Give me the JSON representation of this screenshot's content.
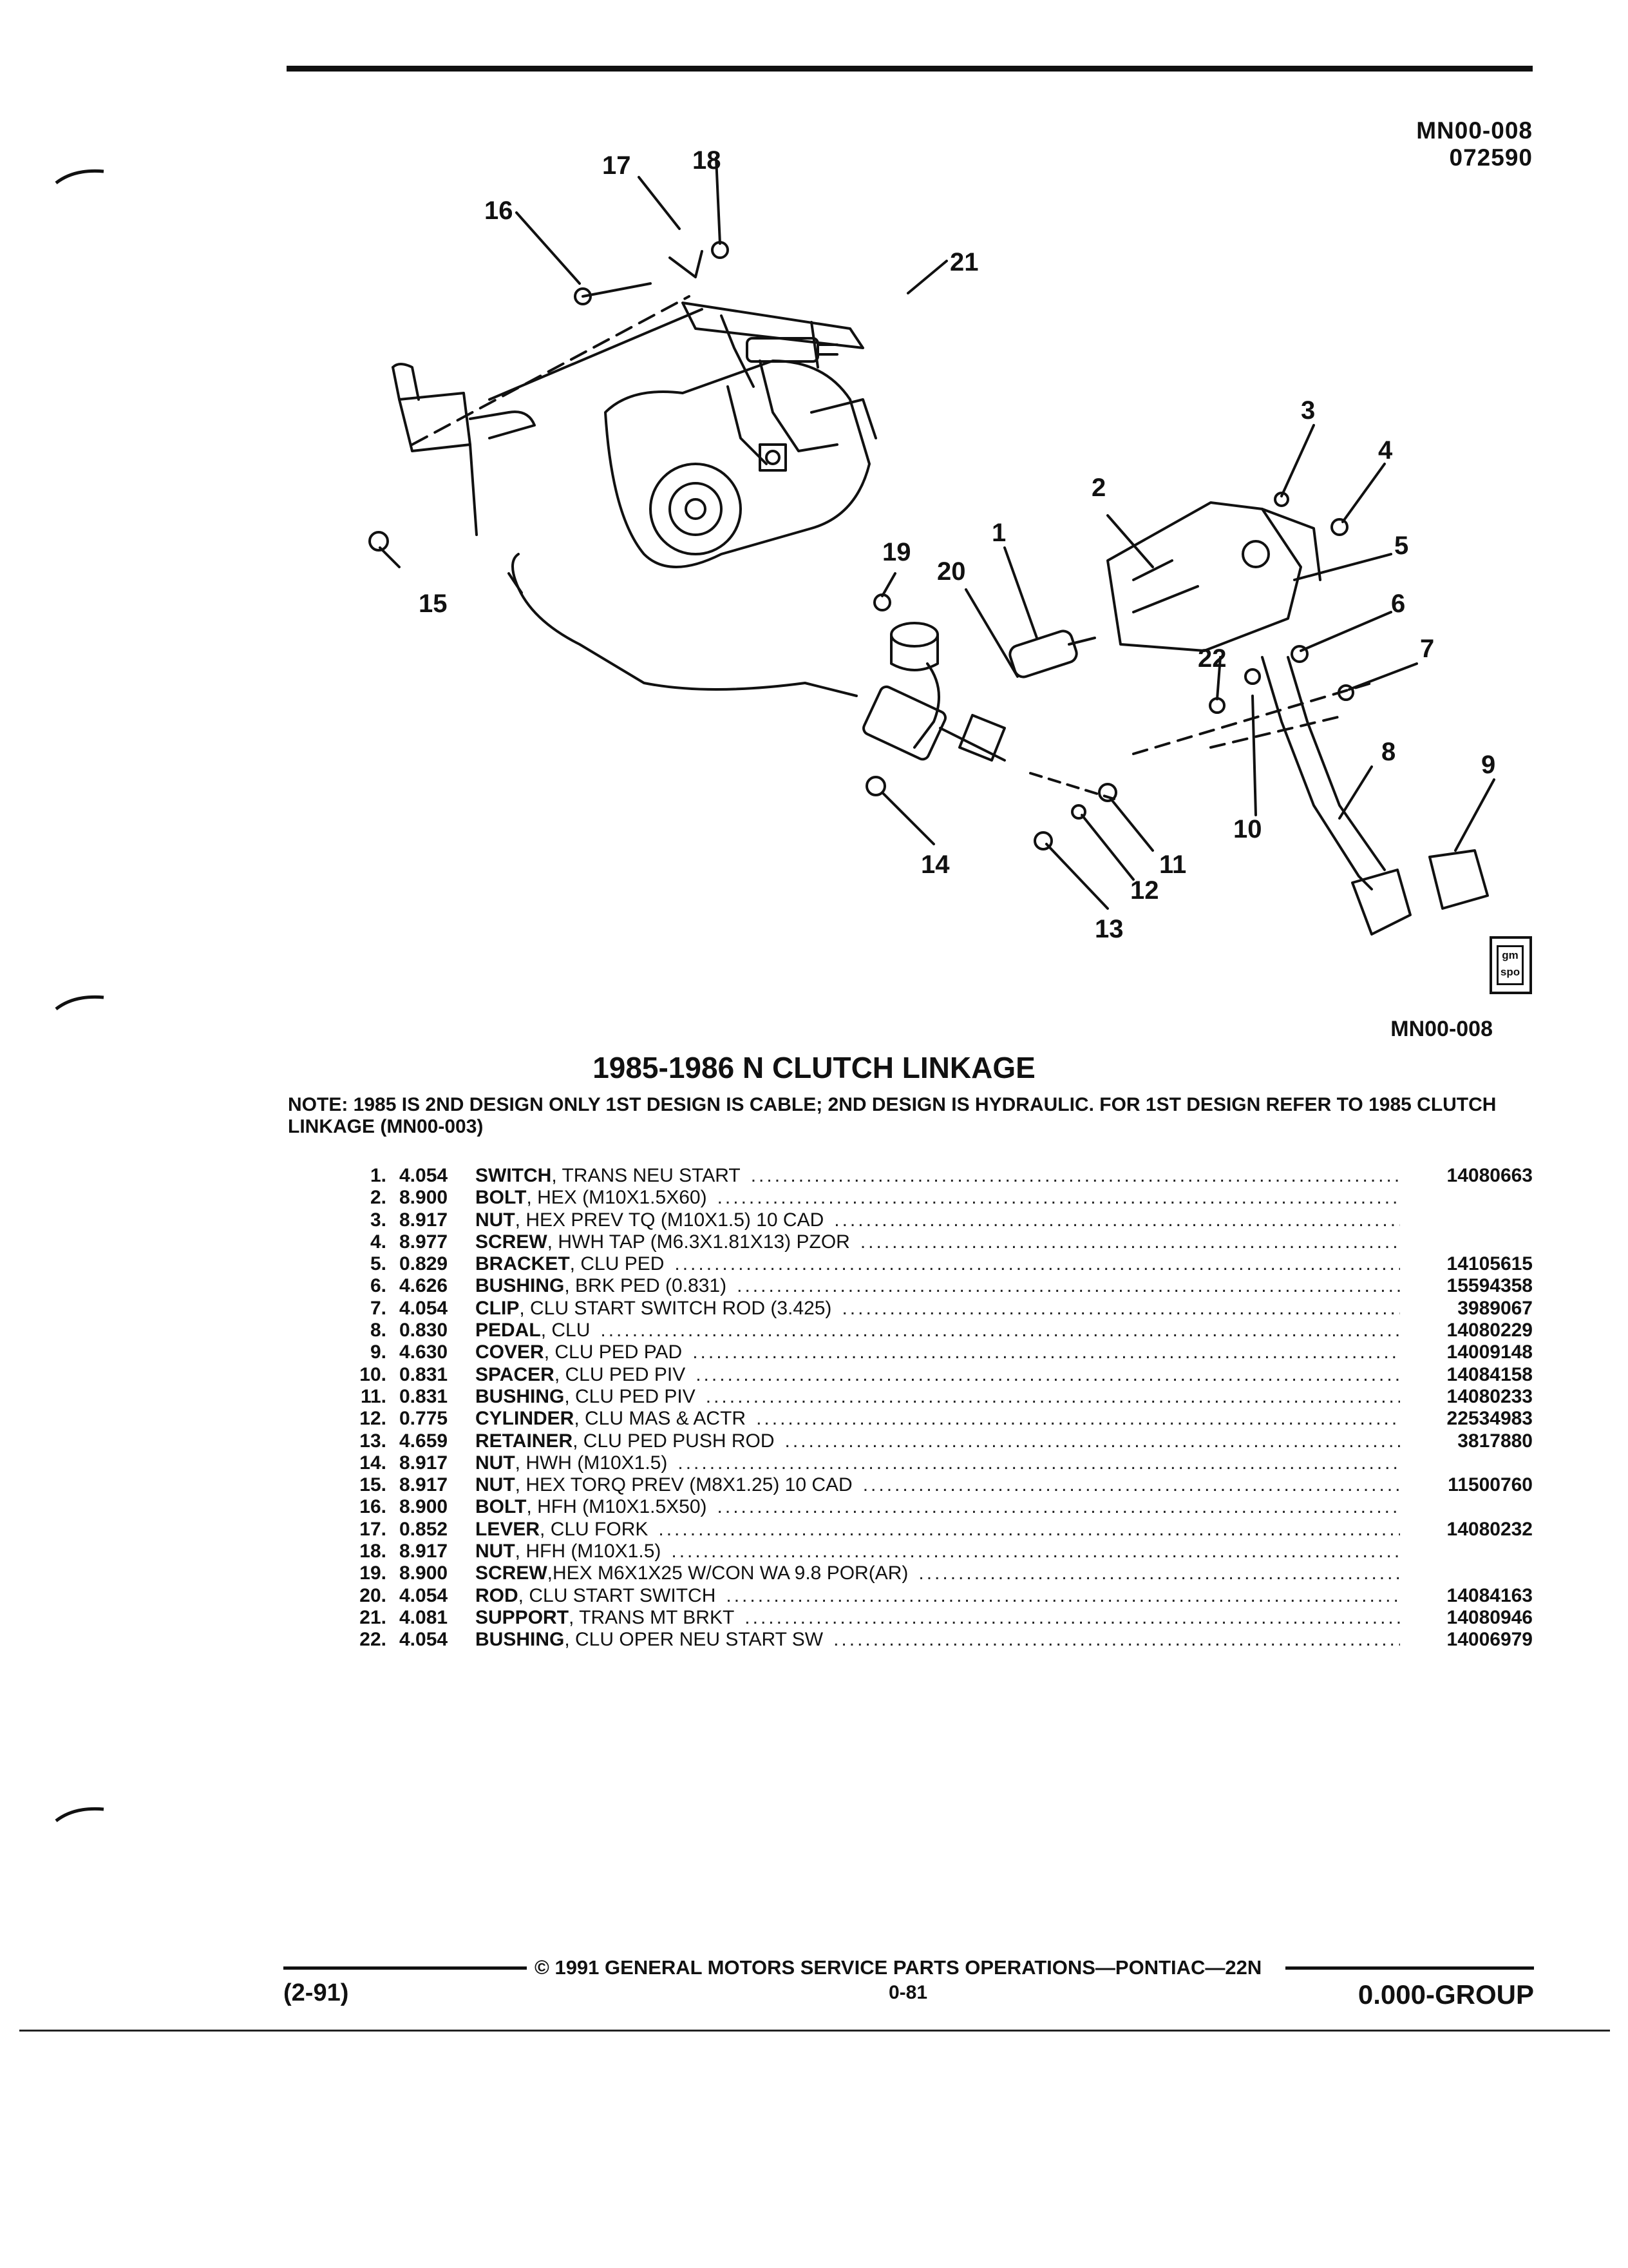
{
  "header": {
    "code": "MN00-008",
    "date_code": "072590"
  },
  "figure": {
    "callouts": [
      "1",
      "2",
      "3",
      "4",
      "5",
      "6",
      "7",
      "8",
      "9",
      "10",
      "11",
      "12",
      "13",
      "14",
      "15",
      "16",
      "17",
      "18",
      "19",
      "20",
      "21",
      "22"
    ],
    "logo_text": "gm spo",
    "code": "MN00-008"
  },
  "title": "1985-1986 N CLUTCH LINKAGE",
  "note": "NOTE:  1985 IS 2ND DESIGN ONLY 1ST DESIGN IS CABLE; 2ND DESIGN IS HYDRAULIC. FOR 1ST DESIGN REFER TO 1985 CLUTCH LINKAGE (MN00-003)",
  "parts": [
    {
      "num": "1.",
      "group": "4.054",
      "name": "SWITCH",
      "desc": ", TRANS NEU START",
      "part": "14080663"
    },
    {
      "num": "2.",
      "group": "8.900",
      "name": "BOLT",
      "desc": ", HEX (M10X1.5X60)",
      "part": ""
    },
    {
      "num": "3.",
      "group": "8.917",
      "name": "NUT",
      "desc": ", HEX PREV TQ (M10X1.5) 10 CAD",
      "part": ""
    },
    {
      "num": "4.",
      "group": "8.977",
      "name": "SCREW",
      "desc": ", HWH TAP (M6.3X1.81X13) PZOR",
      "part": ""
    },
    {
      "num": "5.",
      "group": "0.829",
      "name": "BRACKET",
      "desc": ", CLU PED",
      "part": "14105615"
    },
    {
      "num": "6.",
      "group": "4.626",
      "name": "BUSHING",
      "desc": ", BRK PED (0.831)",
      "part": "15594358"
    },
    {
      "num": "7.",
      "group": "4.054",
      "name": "CLIP",
      "desc": ", CLU START SWITCH ROD (3.425)",
      "part": "3989067"
    },
    {
      "num": "8.",
      "group": "0.830",
      "name": "PEDAL",
      "desc": ", CLU",
      "part": "14080229"
    },
    {
      "num": "9.",
      "group": "4.630",
      "name": "COVER",
      "desc": ", CLU PED PAD",
      "part": "14009148"
    },
    {
      "num": "10.",
      "group": "0.831",
      "name": "SPACER",
      "desc": ", CLU PED PIV",
      "part": "14084158"
    },
    {
      "num": "11.",
      "group": "0.831",
      "name": "BUSHING",
      "desc": ", CLU PED PIV",
      "part": "14080233"
    },
    {
      "num": "12.",
      "group": "0.775",
      "name": "CYLINDER",
      "desc": ", CLU MAS & ACTR",
      "part": "22534983"
    },
    {
      "num": "13.",
      "group": "4.659",
      "name": "RETAINER",
      "desc": ", CLU PED PUSH ROD",
      "part": "3817880"
    },
    {
      "num": "14.",
      "group": "8.917",
      "name": "NUT",
      "desc": ", HWH (M10X1.5)",
      "part": ""
    },
    {
      "num": "15.",
      "group": "8.917",
      "name": "NUT",
      "desc": ", HEX TORQ PREV (M8X1.25) 10 CAD",
      "part": "11500760"
    },
    {
      "num": "16.",
      "group": "8.900",
      "name": "BOLT",
      "desc": ", HFH (M10X1.5X50)",
      "part": ""
    },
    {
      "num": "17.",
      "group": "0.852",
      "name": "LEVER",
      "desc": ", CLU FORK",
      "part": "14080232"
    },
    {
      "num": "18.",
      "group": "8.917",
      "name": "NUT",
      "desc": ", HFH (M10X1.5)",
      "part": ""
    },
    {
      "num": "19.",
      "group": "8.900",
      "name": "SCREW",
      "desc": ",HEX M6X1X25 W/CON WA 9.8 POR(AR)",
      "part": ""
    },
    {
      "num": "20.",
      "group": "4.054",
      "name": "ROD",
      "desc": ", CLU START SWITCH",
      "part": "14084163"
    },
    {
      "num": "21.",
      "group": "4.081",
      "name": "SUPPORT",
      "desc": ", TRANS MT BRKT",
      "part": "14080946"
    },
    {
      "num": "22.",
      "group": "4.054",
      "name": "BUSHING",
      "desc": ", CLU OPER NEU START SW",
      "part": "14006979"
    }
  ],
  "footer": {
    "copyright": "© 1991 GENERAL MOTORS SERVICE PARTS OPERATIONS—PONTIAC—22N",
    "page": "0-81",
    "revision": "(2-91)",
    "group": "0.000-GROUP"
  }
}
